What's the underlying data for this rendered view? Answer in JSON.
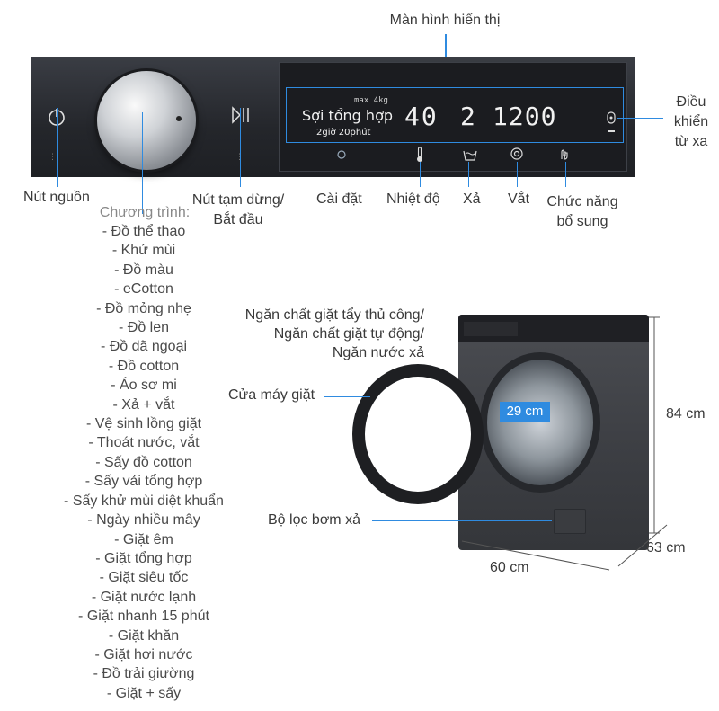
{
  "top_label": "Màn hình hiển thị",
  "display": {
    "program": "Sợi tổng hợp",
    "max_load": "max 4kg",
    "time": "2giờ 20phút",
    "temperature": "40",
    "rinse": "2",
    "spin": "1200"
  },
  "labels": {
    "power": "Nút nguồn",
    "pause_start": "Nút tạm dừng/\nBắt đầu",
    "settings": "Cài đặt",
    "temperature": "Nhiệt độ",
    "rinse": "Xả",
    "spin": "Vắt",
    "extra": "Chức năng\nbổ sung",
    "remote": "Điều\nkhiển\ntừ xa"
  },
  "programs_title": "Chương trình:",
  "programs": [
    "- Đồ thể thao",
    "- Khử mùi",
    "- Đồ màu",
    "- eCotton",
    "- Đồ mỏng nhẹ",
    "- Đồ len",
    "- Đồ dã ngoại",
    "- Đồ cotton",
    "- Áo sơ mi",
    "- Xả + vắt",
    "- Vệ sinh lồng giặt",
    "- Thoát nước, vắt",
    "- Sấy đồ cotton",
    "- Sấy vải tổng hợp",
    "- Sấy khử mùi diệt khuẩn",
    "- Ngày nhiều mây",
    "- Giặt êm",
    "- Giặt tổng hợp",
    "- Giặt siêu tốc",
    "- Giặt nước lạnh",
    "- Giặt nhanh 15 phút",
    "- Giặt khăn",
    "- Giặt hơi nước",
    "- Đồ trải giường",
    "- Giặt + sấy"
  ],
  "washer_labels": {
    "detergent": "Ngăn chất giặt tẩy thủ công/\nNgăn chất giặt tự động/\nNgăn nước xả",
    "door": "Cửa máy giặt",
    "filter": "Bộ lọc bơm xả",
    "drum": "29 cm",
    "height": "84 cm",
    "depth": "63 cm",
    "width": "60 cm"
  },
  "icons": [
    "power-icon",
    "play-pause-icon",
    "settings-icon",
    "thermometer-icon",
    "rinse-icon",
    "spin-icon",
    "extra-function-icon",
    "remote-icon"
  ],
  "accent_color": "#2f8be0"
}
